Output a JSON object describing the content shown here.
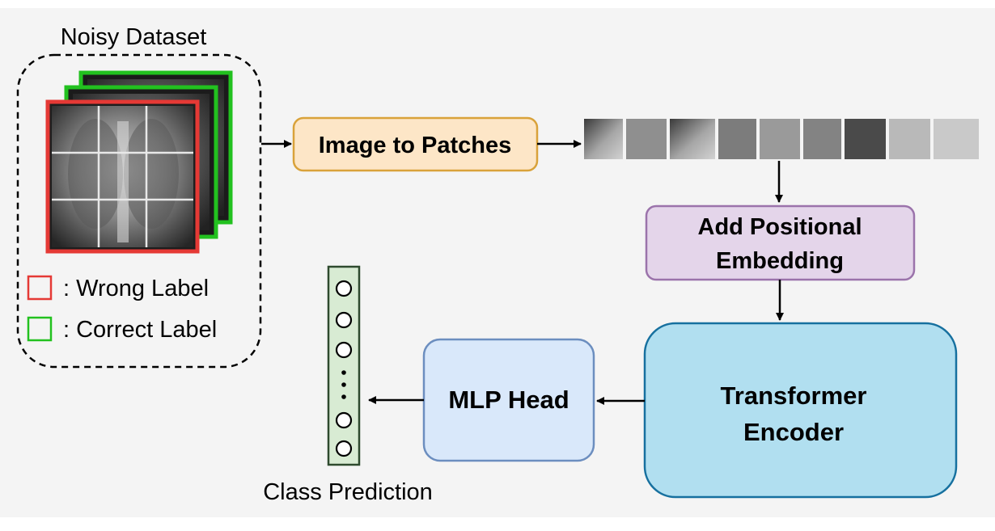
{
  "dataset": {
    "title": "Noisy Dataset",
    "legend": [
      {
        "text": ": Wrong Label",
        "color": "#e53935"
      },
      {
        "text": ": Correct Label",
        "color": "#22c11f"
      }
    ]
  },
  "steps": {
    "image_to_patches": "Image to Patches",
    "positional_embedding_line1": "Add Positional",
    "positional_embedding_line2": "Embedding",
    "encoder_line1": "Transformer",
    "encoder_line2": "Encoder",
    "mlp_head": "MLP Head"
  },
  "output": {
    "label": "Class Prediction",
    "dots": "⋮"
  },
  "colors": {
    "background": "#f4f4f4",
    "image_to_patches_fill": "#fde6c7",
    "image_to_patches_border": "#d9a23a",
    "positional_fill": "#e4d5ea",
    "positional_border": "#9b73ab",
    "encoder_fill": "#b1dff0",
    "encoder_border": "#16709f",
    "mlp_fill": "#d9e8fa",
    "mlp_border": "#6c8ebf",
    "vector_fill": "#d8ebd3",
    "vector_border": "#2e4a2e"
  }
}
